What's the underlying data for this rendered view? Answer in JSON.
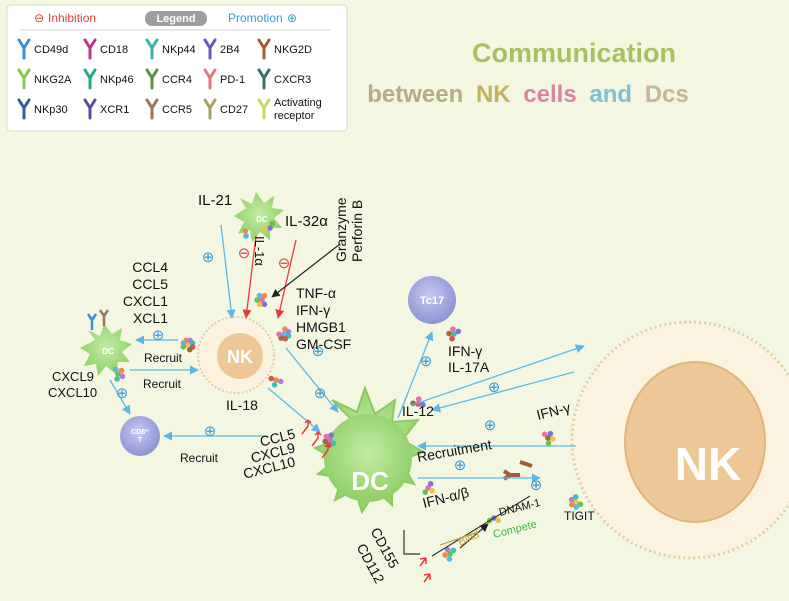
{
  "legend": {
    "inhibition_label": "Inhibition",
    "title": "Legend",
    "promotion_label": "Promotion",
    "inhibition_symbol": "⊖",
    "promotion_symbol": "⊕",
    "items": [
      {
        "label": "CD49d",
        "color": "#3a8fd6"
      },
      {
        "label": "CD18",
        "color": "#b8388c"
      },
      {
        "label": "NKp44",
        "color": "#35b3a8"
      },
      {
        "label": "2B4",
        "color": "#7056b8"
      },
      {
        "label": "NKG2D",
        "color": "#a35b3a"
      },
      {
        "label": "NKG2A",
        "color": "#86c84a"
      },
      {
        "label": "NKp46",
        "color": "#2aa58a"
      },
      {
        "label": "CCR4",
        "color": "#5f8d3a"
      },
      {
        "label": "PD-1",
        "color": "#e07a80"
      },
      {
        "label": "CXCR3",
        "color": "#3a6e6e"
      },
      {
        "label": "NKp30",
        "color": "#2e5f9e"
      },
      {
        "label": "XCR1",
        "color": "#5b4c98"
      },
      {
        "label": "CCR5",
        "color": "#9a7658"
      },
      {
        "label": "CD27",
        "color": "#a8a060"
      },
      {
        "label": "Activating\nreceptor",
        "color": "#c7d86a"
      }
    ]
  },
  "title": {
    "line1": "Communication",
    "w1": "between",
    "w2": "NK",
    "w3": "cells",
    "w4": "and",
    "w5": "Dcs"
  },
  "cells": {
    "nk_small": "NK",
    "nk_large": "NK",
    "dc_top": "DC",
    "dc_left": "DC",
    "dc_main": "DC",
    "cd8": "CD8⁺\nT",
    "tc17": "Tc17"
  },
  "labels": {
    "il21": "IL-21",
    "il32a": "IL-32α",
    "il1a": "IL-1α",
    "granzyme": "Granzyme",
    "perforin": "Perforin B",
    "chem_list": [
      "CCL4",
      "CCL5",
      "CXCL1",
      "XCL1"
    ],
    "recruit1": "Recruit",
    "recruit2": "Recruit",
    "recruit3": "Recruit",
    "cxcl9": "CXCL9",
    "cxcl10": "CXCL10",
    "tnf_list": [
      "TNF-α",
      "IFN-γ",
      "HMGB1",
      "GM-CSF"
    ],
    "il18": "IL-18",
    "ccl_list": [
      "CCL5",
      "CXCL9",
      "CXCL10"
    ],
    "ifng_il17": [
      "IFN-γ",
      "IL-17A"
    ],
    "il12": "IL-12",
    "ifng": "IFN-γ",
    "recruitment": "Recruitment",
    "ifnab": "IFN-α/β",
    "dnam": "DNAM-1",
    "tigit": "TIGIT",
    "bind": "Bind",
    "compete": "Compete",
    "cd155": "CD155",
    "cd112": "CD112"
  },
  "colors": {
    "background": "#f3f7e2",
    "nk_membrane": "#fbf3e0",
    "nk_nucleus": "#edc896",
    "dc_green": "#9fd876",
    "t_cell": "#9a9fd8",
    "arrow_blue": "#5bb8e6",
    "inhibit_red": "#e23c3c",
    "title_green": "#a9c062",
    "title_tan": "#b5ac84",
    "title_nk": "#c5b060",
    "title_cells": "#d4879e",
    "title_and": "#7fbfd6",
    "title_dcs": "#c9b494",
    "compete_green": "#3db84a",
    "bind_gold": "#c9a33c"
  }
}
